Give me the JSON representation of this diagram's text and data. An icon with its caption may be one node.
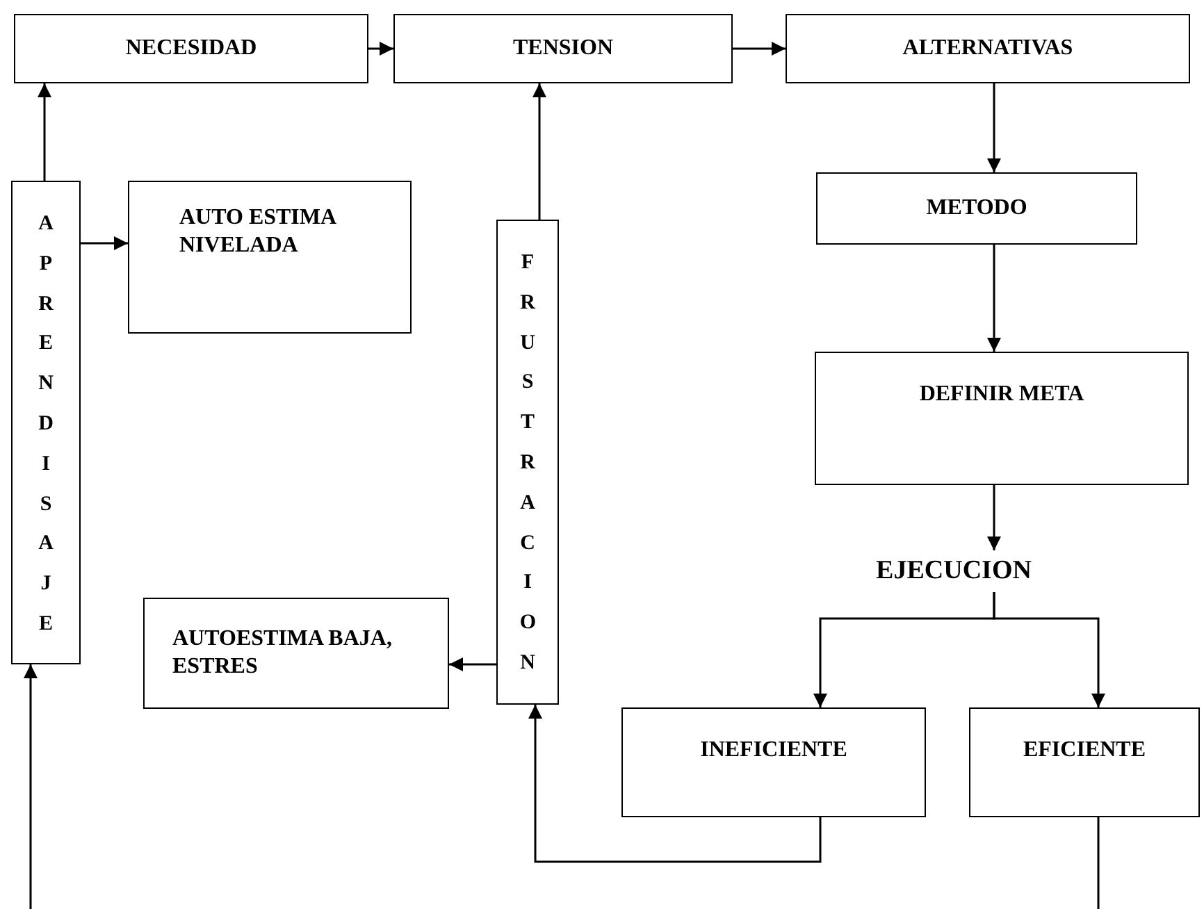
{
  "diagram": {
    "nodes": [
      {
        "text": [
          "NECESIDAD"
        ]
      },
      {
        "text": [
          "TENSION"
        ]
      },
      {
        "text": [
          "ALTERNATIVAS"
        ]
      },
      {
        "text": [
          "METODO"
        ]
      },
      {
        "text": [
          "AUTO ESTIMA NIVELADA"
        ]
      },
      {
        "text": [
          "APRENDISAJE"
        ]
      },
      {
        "text": [
          "FRUSTRACION"
        ]
      },
      {
        "text": [
          "DEFINIR META"
        ]
      },
      {
        "text": [
          "EJECUCION"
        ]
      },
      {
        "text": [
          "AUTOESTIMA BAJA, ESTRES"
        ]
      },
      {
        "text": [
          "INEFICIENTE"
        ]
      },
      {
        "text": [
          "EFICIENTE"
        ]
      }
    ],
    "edges": [
      {
        "from": 0,
        "to": 1,
        "arrow": "to"
      },
      {
        "from": 1,
        "to": 2,
        "arrow": "to"
      },
      {
        "from": 2,
        "to": 3,
        "arrow": "to"
      },
      {
        "from": 3,
        "to": 7,
        "arrow": "to"
      },
      {
        "from": 7,
        "to": 8,
        "arrow": "to"
      },
      {
        "from": 8,
        "to": 10,
        "arrow": "to"
      },
      {
        "from": 8,
        "to": 11,
        "arrow": "to"
      },
      {
        "from": 5,
        "to": 0,
        "arrow": "to"
      },
      {
        "from": 5,
        "to": 4,
        "arrow": "to"
      },
      {
        "from": 6,
        "to": 1,
        "arrow": "to"
      },
      {
        "from": 6,
        "to": 9,
        "arrow": "to"
      },
      {
        "from": 10,
        "to": 6,
        "arrow": "to"
      },
      {
        "from": 11,
        "to": null,
        "arrow": "none"
      },
      {
        "from": null,
        "to": 5,
        "arrow": "to"
      }
    ]
  }
}
